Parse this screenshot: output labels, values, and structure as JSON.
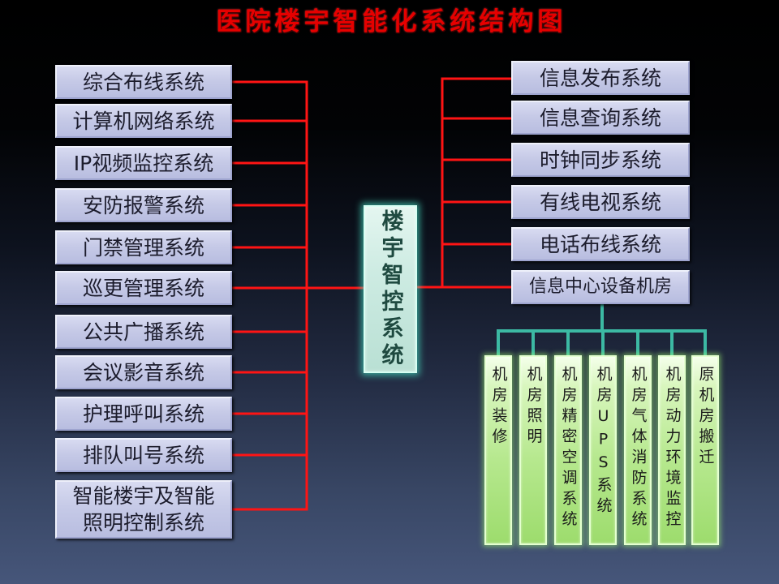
{
  "title": "医院楼宇智能化系统结构图",
  "center_node": {
    "label": "楼宇智控系统"
  },
  "left_branch": [
    {
      "label": "综合布线系统"
    },
    {
      "label": "计算机网络系统"
    },
    {
      "label": "IP视频监控系统"
    },
    {
      "label": "安防报警系统"
    },
    {
      "label": "门禁管理系统"
    },
    {
      "label": "巡更管理系统"
    },
    {
      "label": "公共广播系统"
    },
    {
      "label": "会议影音系统"
    },
    {
      "label": "护理呼叫系统"
    },
    {
      "label": "排队叫号系统"
    },
    {
      "label_lines": [
        "智能楼宇及智能",
        "照明控制系统"
      ]
    }
  ],
  "right_branch": [
    {
      "label": "信息发布系统"
    },
    {
      "label": "信息查询系统"
    },
    {
      "label": "时钟同步系统"
    },
    {
      "label": "有线电视系统"
    },
    {
      "label": "电话布线系统"
    },
    {
      "label": "信息中心设备机房",
      "subsystems": [
        {
          "label": "机房装修"
        },
        {
          "label": "机房照明"
        },
        {
          "label": "机房精密空调系统"
        },
        {
          "label": "机房UPS系统"
        },
        {
          "label": "机房气体消防系统"
        },
        {
          "label": "机房动力环境监控"
        },
        {
          "label": "原机房搬迁"
        }
      ]
    }
  ],
  "colors": {
    "title": "#e60000",
    "main_connector": "#ff1414",
    "room_connector": "#3cb9a3"
  }
}
